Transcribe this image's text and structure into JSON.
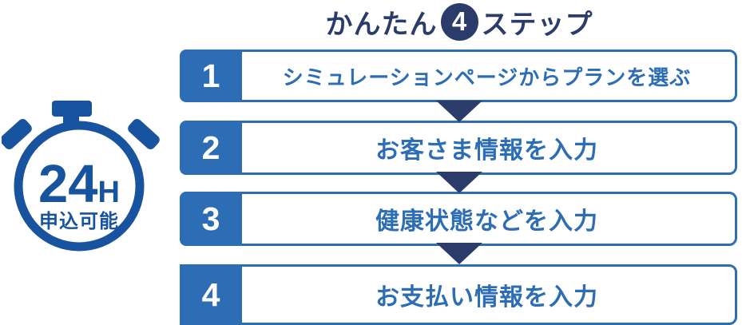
{
  "title": {
    "prefix": "かんたん",
    "step_count": "4",
    "suffix": "ステップ"
  },
  "stopwatch_badge": {
    "hours": "24",
    "unit": "H",
    "caption": "申込可能"
  },
  "steps": [
    {
      "number": "1",
      "label": "シミュレーションページからプランを選ぶ"
    },
    {
      "number": "2",
      "label": "お客さま情報を入力"
    },
    {
      "number": "3",
      "label": "健康状態などを入力"
    },
    {
      "number": "4",
      "label": "お支払い情報を入力"
    }
  ],
  "icons": {
    "stopwatch": "stopwatch-icon",
    "arrow": "down-arrow-icon"
  },
  "colors": {
    "navy": "#2b3c6b",
    "blue": "#2d6db6",
    "stopwatch_blue": "#17539f",
    "white": "#ffffff"
  }
}
